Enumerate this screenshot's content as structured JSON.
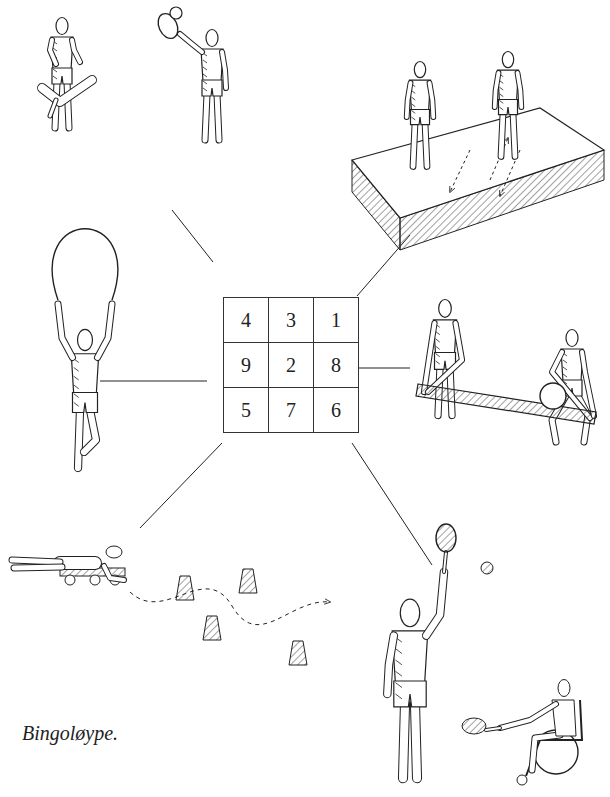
{
  "diagram": {
    "caption": "Bingoløype.",
    "nodes": [
      {
        "text": [
          "4"
        ]
      },
      {
        "text": [
          "3"
        ]
      },
      {
        "text": [
          "1"
        ]
      },
      {
        "text": [
          "9"
        ]
      },
      {
        "text": [
          "2"
        ]
      },
      {
        "text": [
          "8"
        ]
      },
      {
        "text": [
          "5"
        ]
      },
      {
        "text": [
          "7"
        ]
      },
      {
        "text": [
          "6"
        ]
      }
    ]
  }
}
